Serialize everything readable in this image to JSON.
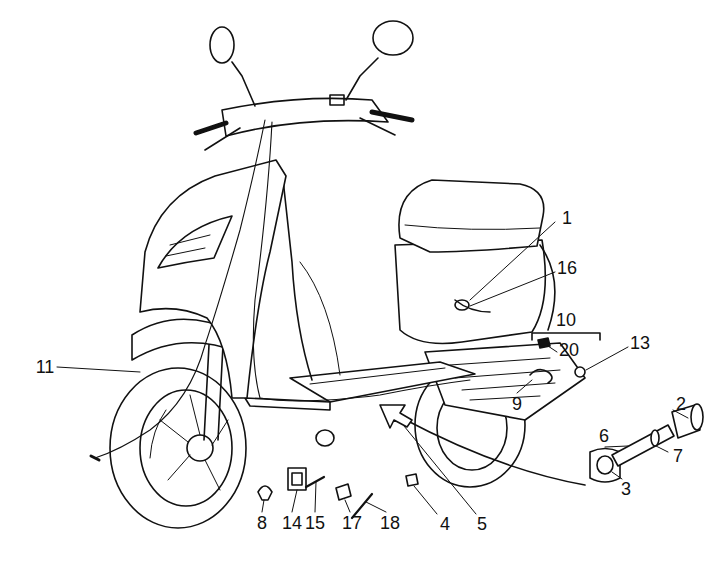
{
  "diagram": {
    "labels": [
      "1",
      "16",
      "10",
      "20",
      "13",
      "2",
      "6",
      "7",
      "11",
      "9",
      "3",
      "8",
      "14",
      "15",
      "17",
      "18",
      "4",
      "5"
    ]
  }
}
